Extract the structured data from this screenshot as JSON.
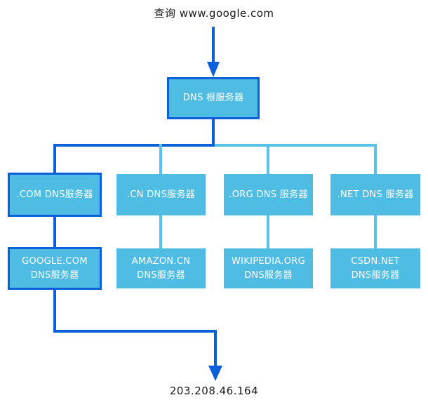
{
  "diagram": {
    "title_query": "查询 www.google.com",
    "result_ip": "203.208.46.164",
    "colors": {
      "node_fill": "#4fbce3",
      "active_border": "#0b5fd8",
      "active_wire": "#0b5fd8",
      "idle_wire": "#5bc2e7",
      "node_text": "#ffffff",
      "plain_text": "#1a1a1a",
      "background": "#ffffff"
    },
    "root": {
      "label": "DNS 根服务器",
      "active": true
    },
    "tld_level": [
      {
        "label": ".COM DNS服务器",
        "active": true
      },
      {
        "label": ".CN DNS服务器",
        "active": false
      },
      {
        "label": ".ORG DNS 服务器",
        "active": false
      },
      {
        "label": ".NET DNS 服务器",
        "active": false
      }
    ],
    "authoritative_level": [
      {
        "label": "GOOGLE.COM\nDNS服务器",
        "active": true
      },
      {
        "label": "AMAZON.CN\nDNS服务器",
        "active": false
      },
      {
        "label": "WIKIPEDIA.ORG\nDNS服务器",
        "active": false
      },
      {
        "label": "CSDN.NET\nDNS服务器",
        "active": false
      }
    ]
  }
}
